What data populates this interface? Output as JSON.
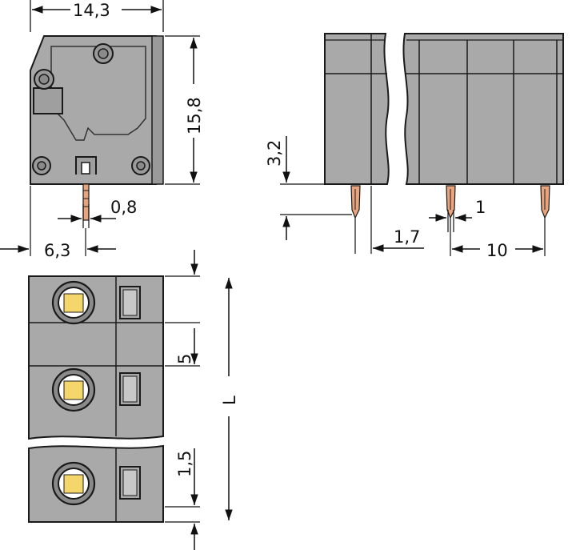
{
  "colors": {
    "housing": "#a9a9a9",
    "housing_dark": "#7d7d7d",
    "outline": "#1a1a1a",
    "pin": "#e8a47c",
    "clamp_yellow": "#f5d66a",
    "background": "#ffffff"
  },
  "dimensions": {
    "width_top": "14,3",
    "height_side": "15,8",
    "pin_thickness": "0,8",
    "pin_offset": "6,3",
    "pin_length": "3,2",
    "pin_from_edge": "1,7",
    "pin_diameter": "1",
    "pitch_10": "10",
    "pitch_5": "5",
    "end_margin": "1,5",
    "length": "L"
  },
  "views": {
    "side": "side-view",
    "front": "front-view",
    "top": "top-view"
  }
}
